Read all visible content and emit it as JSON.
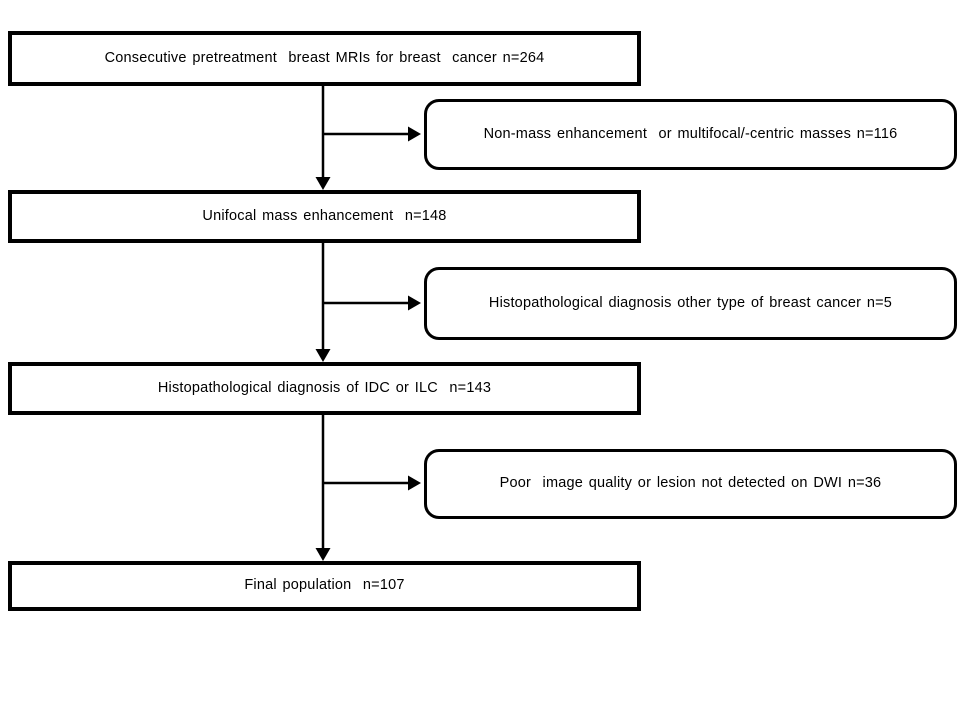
{
  "diagram": {
    "type": "flowchart",
    "background_color": "#ffffff",
    "line_color": "#000000",
    "box_fill_color": "#ffffff",
    "text_color": "#000000",
    "steps": [
      {
        "label": "Consecutive pretreatment  breast MRIs for breast  cancer n=264",
        "n": 264
      },
      {
        "label": "Unifocal mass enhancement  n=148",
        "n": 148
      },
      {
        "label": "Histopathological diagnosis of IDC or ILC  n=143",
        "n": 143
      },
      {
        "label": "Final population  n=107",
        "n": 107
      }
    ],
    "exclusions": [
      {
        "label": "Non-mass enhancement  or multifocal/-centric masses n=116",
        "n": 116
      },
      {
        "label": "Histopathological diagnosis other type of breast cancer n=5",
        "n": 5
      },
      {
        "label": "Poor  image quality or lesion not detected on DWI n=36",
        "n": 36
      }
    ]
  }
}
